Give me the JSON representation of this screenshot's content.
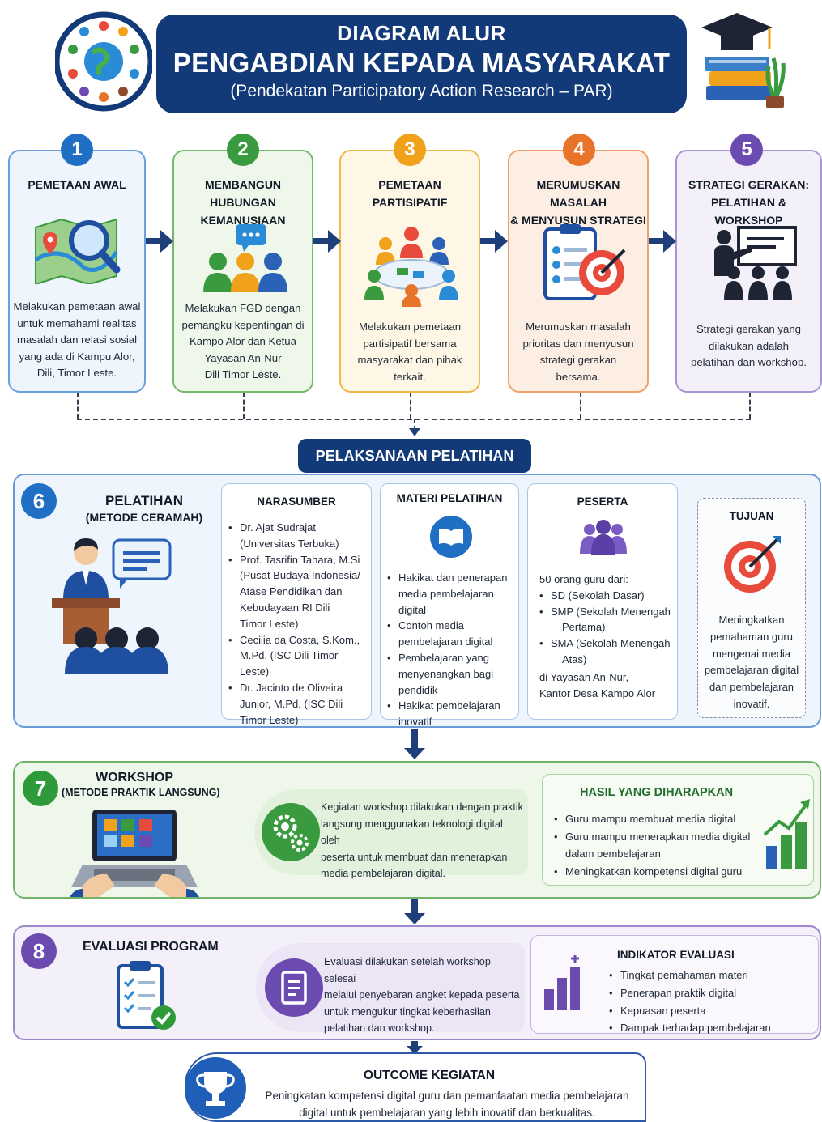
{
  "header": {
    "line1": "DIAGRAM ALUR",
    "line2": "PENGABDIAN KEPADA MASYARAKAT",
    "line3": "(Pendekatan Participatory Action Research – PAR)"
  },
  "steps": [
    {
      "num": "1",
      "title1": "PEMETAAN AWAL",
      "title2": "",
      "desc": [
        "Melakukan pemetaan awal",
        "untuk memahami realitas",
        "masalah dan relasi sosial",
        "yang ada di Kampu Alor,",
        "Dili, Timor Leste."
      ]
    },
    {
      "num": "2",
      "title1": "MEMBANGUN HUBUNGAN",
      "title2": "KEMANUSIAAN",
      "desc": [
        "Melakukan FGD dengan",
        "pemangku kepentingan di",
        "Kampo Alor dan Ketua",
        "Yayasan An-Nur",
        "Dili Timor Leste."
      ]
    },
    {
      "num": "3",
      "title1": "PEMETAAN",
      "title2": "PARTISIPATIF",
      "desc": [
        "Melakukan pemetaan",
        "partisipatif bersama",
        "masyarakat dan pihak",
        "terkait."
      ]
    },
    {
      "num": "4",
      "title1": "MERUMUSKAN MASALAH",
      "title2": "& MENYUSUN STRATEGI",
      "desc": [
        "Merumuskan masalah",
        "prioritas dan menyusun",
        "strategi gerakan",
        "bersama."
      ]
    },
    {
      "num": "5",
      "title1": "STRATEGI GERAKAN:",
      "title2": "PELATIHAN & WORKSHOP",
      "desc": [
        "Strategi gerakan yang",
        "dilakukan adalah",
        "pelatihan dan workshop."
      ]
    }
  ],
  "pelaksanaan": "PELAKSANAAN PELATIHAN",
  "sec6": {
    "num": "6",
    "title": "PELATIHAN",
    "subtitle": "(METODE CERAMAH)",
    "narasumber": {
      "head": "NARASUMBER",
      "items": [
        [
          "Dr. Ajat Sudrajat",
          "(Universitas Terbuka)"
        ],
        [
          "Prof. Tasrifin Tahara, M.Si",
          "(Pusat Budaya Indonesia/",
          "Atase Pendidikan dan",
          "Kebudayaan RI Dili",
          "Timor Leste)"
        ],
        [
          "Cecilia da Costa, S.Kom.,",
          "M.Pd. (ISC Dili Timor Leste)"
        ],
        [
          "Dr. Jacinto de Oliveira",
          "Junior, M.Pd. (ISC Dili",
          "Timor Leste)"
        ]
      ]
    },
    "materi": {
      "head": "MATERI PELATIHAN",
      "items": [
        [
          "Hakikat dan penerapan",
          "media pembelajaran digital"
        ],
        [
          "Contoh media",
          "pembelajaran digital"
        ],
        [
          "Pembelajaran yang",
          "menyenangkan bagi",
          "pendidik"
        ],
        [
          "Hakikat pembelajaran",
          "inovatif"
        ]
      ]
    },
    "peserta": {
      "head": "PESERTA",
      "intro": "50 orang guru dari:",
      "items": [
        [
          "SD (Sekolah Dasar)"
        ],
        [
          "SMP (Sekolah Menengah",
          "Pertama)"
        ],
        [
          "SMA (Sekolah Menengah",
          "Atas)"
        ]
      ],
      "footer1": "di Yayasan An-Nur,",
      "footer2": "Kantor Desa Kampo Alor"
    },
    "tujuan": {
      "head": "TUJUAN",
      "lines": [
        "Meningkatkan",
        "pemahaman guru",
        "mengenai media",
        "pembelajaran digital",
        "dan pembelajaran",
        "inovatif."
      ]
    }
  },
  "sec7": {
    "num": "7",
    "title": "WORKSHOP",
    "subtitle": "(METODE PRAKTIK LANGSUNG)",
    "desc": [
      "Kegiatan workshop dilakukan dengan praktik",
      "langsung menggunakan teknologi digital oleh",
      "peserta untuk membuat dan menerapkan",
      "media pembelajaran digital."
    ],
    "hasil": {
      "head": "HASIL YANG DIHARAPKAN",
      "items": [
        [
          "Guru mampu membuat media digital"
        ],
        [
          "Guru mampu menerapkan media digital",
          "dalam pembelajaran"
        ],
        [
          "Meningkatkan kompetensi digital guru"
        ]
      ]
    }
  },
  "sec8": {
    "num": "8",
    "title": "EVALUASI PROGRAM",
    "desc": [
      "Evaluasi dilakukan setelah workshop selesai",
      "melalui penyebaran angket kepada peserta",
      "untuk mengukur tingkat keberhasilan",
      "pelatihan dan workshop."
    ],
    "indikator": {
      "head": "INDIKATOR EVALUASI",
      "items": [
        "Tingkat pemahaman materi",
        "Penerapan praktik digital",
        "Kepuasan peserta",
        "Dampak terhadap pembelajaran"
      ]
    }
  },
  "outcome": {
    "title": "OUTCOME KEGIATAN",
    "line1": "Peningkatan kompetensi digital guru dan pemanfaatan media pembelajaran",
    "line2": "digital untuk pembelajaran yang lebih inovatif dan berkualitas."
  },
  "colors": {
    "navy": "#123a78",
    "step1": "#1f6fc5",
    "step2": "#3a9a3f",
    "step3": "#f0a21b",
    "step4": "#e8742a",
    "step5": "#6c4bb0",
    "sec6": "#1f6fc5",
    "sec7": "#2f9a3a",
    "sec8": "#6c4bb0"
  },
  "icons": [
    "globe-people-icon",
    "graduation-books-icon",
    "map-magnifier-icon",
    "discussion-group-icon",
    "round-table-icon",
    "checklist-target-icon",
    "presentation-icon",
    "lecture-podium-icon",
    "book-icon",
    "people-icon",
    "target-icon",
    "laptop-icon",
    "gears-icon",
    "growth-chart-icon",
    "clipboard-check-icon",
    "survey-icon",
    "bar-chart-icon",
    "trophy-icon"
  ]
}
